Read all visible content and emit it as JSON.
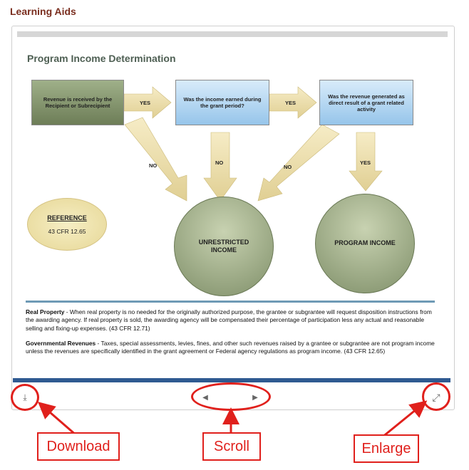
{
  "header": {
    "title": "Learning Aids"
  },
  "slide": {
    "title": "Program Income Determination",
    "boxes": {
      "box1": "Revenue is received by the Recipient or Subrecipient",
      "box2": "Was the income earned during the grant period?",
      "box3": "Was the revenue generated as direct result of a grant related activity"
    },
    "arrows": {
      "yes": "YES",
      "no": "NO"
    },
    "reference": {
      "title": "REFERENCE",
      "value": "43 CFR 12.65"
    },
    "circles": {
      "unrestricted": "UNRESTRICTED INCOME",
      "program": "PROGRAM INCOME"
    },
    "paragraphs": {
      "real_property_label": "Real Property",
      "real_property_text": " - When real property is no needed for the originally authorized purpose, the grantee or subgrantee will request disposition instructions from the awarding agency. If real property is sold, the awarding agency will be compensated their percentage of participation less any actual and reasonable selling and fixing-up expenses. (43 CFR 12.71)",
      "gov_rev_label": "Governmental Revenues",
      "gov_rev_text": " - Taxes, special assessments, levies, fines, and other such revenues raised by a grantee or subgrantee are not program income unless the revenues are specifically identified in the grant agreement or Federal agency regulations as program income. (43 CFR 12.65)"
    }
  },
  "controls": {
    "download_icon": "⤓",
    "prev_icon": "◀",
    "next_icon": "▶",
    "enlarge_icon": "⤢"
  },
  "callouts": {
    "download": "Download",
    "scroll": "Scroll",
    "enlarge": "Enlarge"
  },
  "colors": {
    "annotation_red": "#e0201c",
    "arrow_fill": "#efe2b3",
    "title_brown": "#7a2e1f"
  }
}
